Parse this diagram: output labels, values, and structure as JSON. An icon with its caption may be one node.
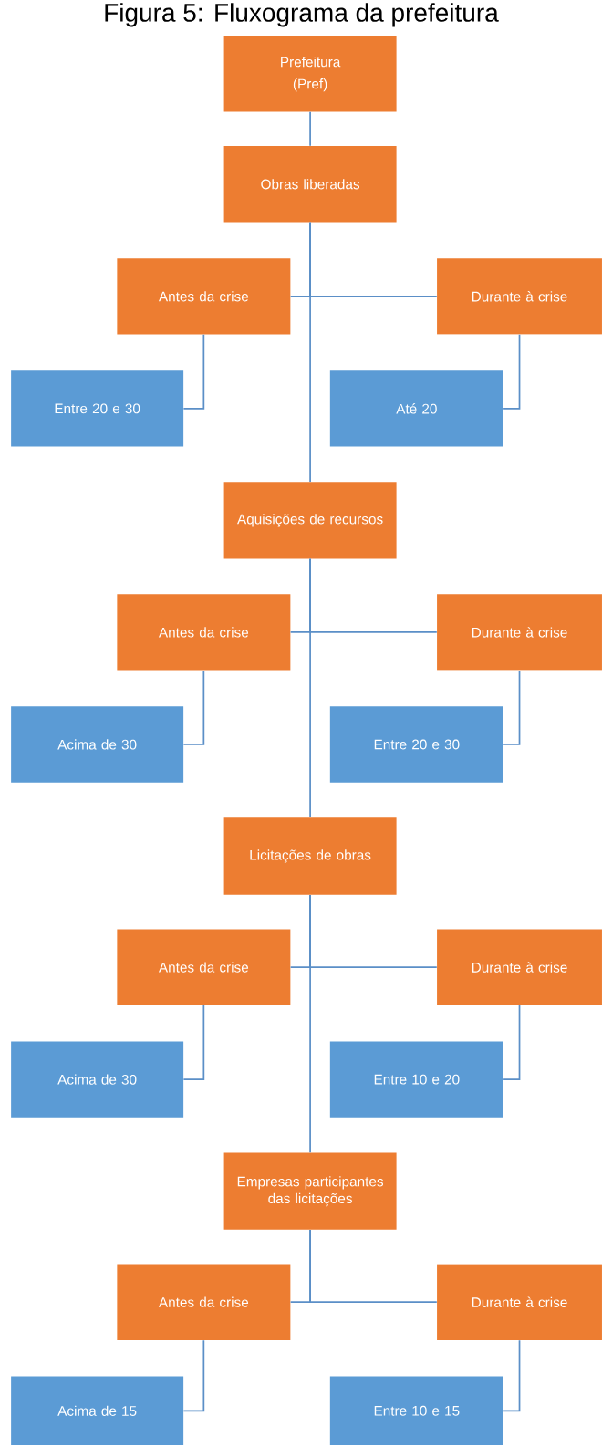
{
  "diagram": {
    "title": "Figura 5: Fluxograma da prefeitura",
    "nodes": [
      {
        "text": [
          "Prefeitura",
          "(Pref)"
        ]
      },
      {
        "text": [
          "Obras liberadas"
        ]
      },
      {
        "text": [
          "Antes da crise"
        ]
      },
      {
        "text": [
          "Durante à crise"
        ]
      },
      {
        "text": [
          "Entre 20 e 30"
        ]
      },
      {
        "text": [
          "Até 20"
        ]
      },
      {
        "text": [
          "Aquisições de recursos"
        ]
      },
      {
        "text": [
          "Antes da crise"
        ]
      },
      {
        "text": [
          "Durante à crise"
        ]
      },
      {
        "text": [
          "Acima de 30"
        ]
      },
      {
        "text": [
          "Entre 20 e 30"
        ]
      },
      {
        "text": [
          "Licitações de obras"
        ]
      },
      {
        "text": [
          "Antes da crise"
        ]
      },
      {
        "text": [
          "Durante à crise"
        ]
      },
      {
        "text": [
          "Acima de 30"
        ]
      },
      {
        "text": [
          "Entre 10 e 20"
        ]
      },
      {
        "text": [
          "Empresas participantes das licitações"
        ]
      },
      {
        "text": [
          "Antes da crise"
        ]
      },
      {
        "text": [
          "Durante à crise"
        ]
      },
      {
        "text": [
          "Acima de 15"
        ]
      },
      {
        "text": [
          "Entre 10 e 15"
        ]
      }
    ],
    "edges": [
      {
        "from": 0,
        "to": 1,
        "arrow": "none"
      },
      {
        "from": 1,
        "to": 2,
        "arrow": "none"
      },
      {
        "from": 1,
        "to": 3,
        "arrow": "none"
      },
      {
        "from": 2,
        "to": 4,
        "arrow": "none"
      },
      {
        "from": 3,
        "to": 5,
        "arrow": "none"
      },
      {
        "from": 1,
        "to": 6,
        "arrow": "none"
      },
      {
        "from": 6,
        "to": 7,
        "arrow": "none"
      },
      {
        "from": 6,
        "to": 8,
        "arrow": "none"
      },
      {
        "from": 7,
        "to": 9,
        "arrow": "none"
      },
      {
        "from": 8,
        "to": 10,
        "arrow": "none"
      },
      {
        "from": 6,
        "to": 11,
        "arrow": "none"
      },
      {
        "from": 11,
        "to": 12,
        "arrow": "none"
      },
      {
        "from": 11,
        "to": 13,
        "arrow": "none"
      },
      {
        "from": 12,
        "to": 14,
        "arrow": "none"
      },
      {
        "from": 13,
        "to": 15,
        "arrow": "none"
      },
      {
        "from": 11,
        "to": 16,
        "arrow": "none"
      },
      {
        "from": 16,
        "to": 17,
        "arrow": "none"
      },
      {
        "from": 16,
        "to": 18,
        "arrow": "none"
      },
      {
        "from": 17,
        "to": 19,
        "arrow": "none"
      },
      {
        "from": 18,
        "to": 20,
        "arrow": "none"
      }
    ]
  }
}
